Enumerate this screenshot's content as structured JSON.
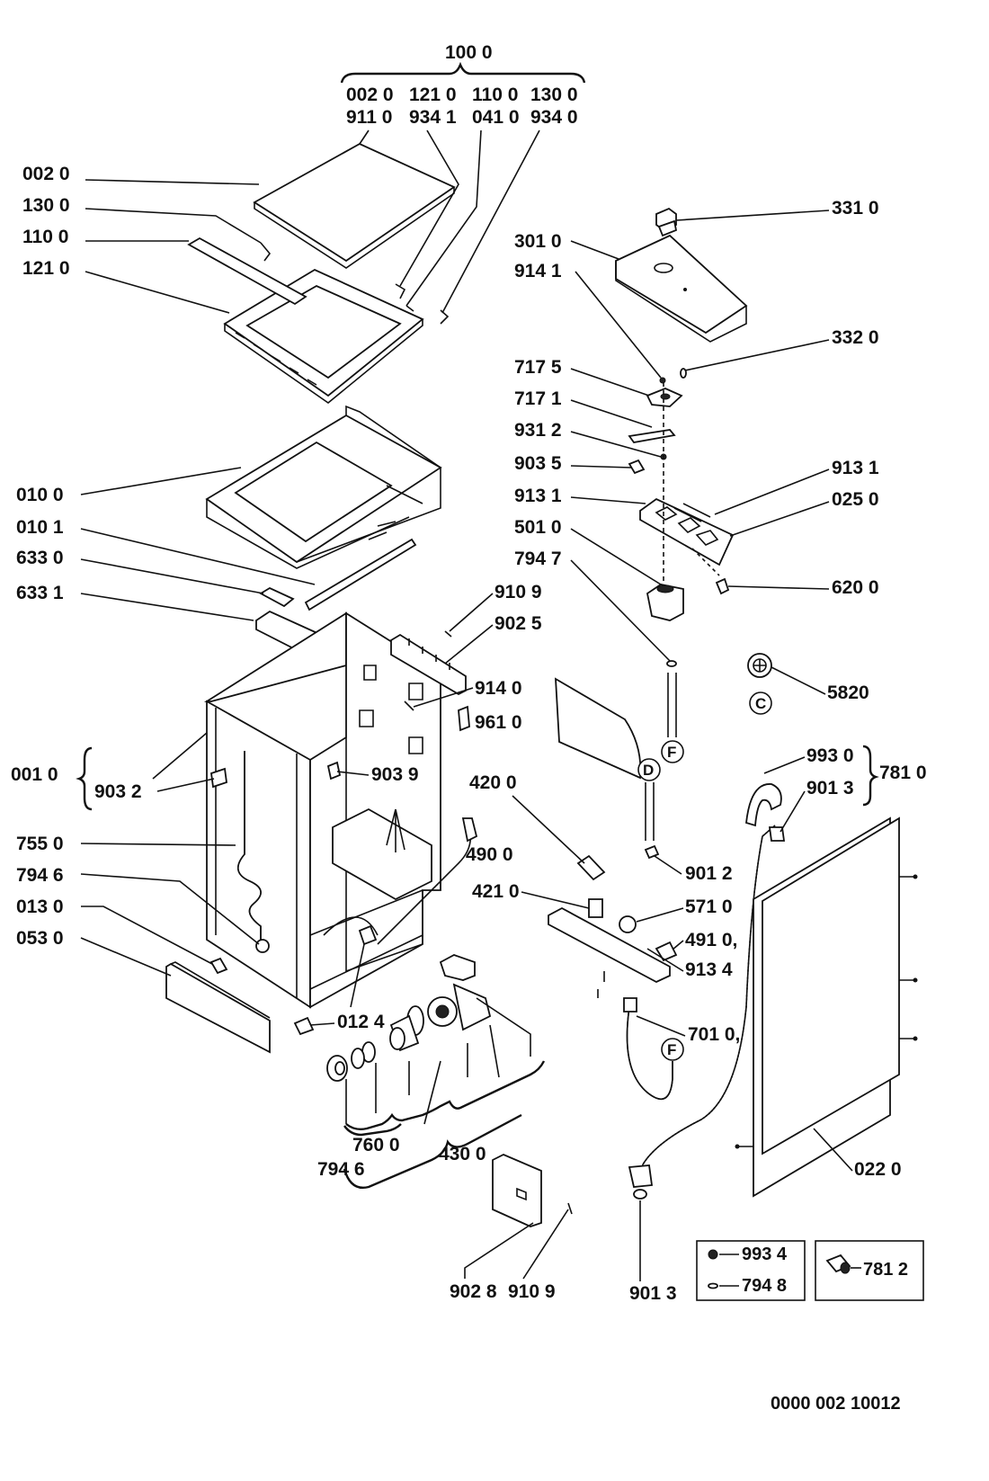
{
  "labels": {
    "g1000": "100 0",
    "h0020": "002 0",
    "h1210": "121 0",
    "h1100": "110 0",
    "h1300": "130 0",
    "h9110": "911 0",
    "h9341": "934 1",
    "h0410": "041 0",
    "h9340": "934 0",
    "l0020": "002 0",
    "l1300": "130  0",
    "l1100": "110  0",
    "l1210": "121 0",
    "l0100": "010 0",
    "l0101": "010 1",
    "l6330": "633 0",
    "l6331": "633 1",
    "l0010": "001 0",
    "l9032": "903 2",
    "l7550": "755 0",
    "l7946a": "794 6",
    "l0130": "013 0",
    "l0530": "053 0",
    "l0124": "012 4",
    "l7600": "760 0",
    "l7946b": "794 6",
    "l4300": "430 0",
    "l9028": "902 8",
    "l9109b": "910 9",
    "l9109a": "910 9",
    "l9025": "902 5",
    "l9140": "914 0",
    "l9610": "961 0",
    "l9039": "903 9",
    "l4200": "420 0",
    "l4900": "490 0",
    "l4210": "421 0",
    "l3310": "331 0",
    "l3010": "301 0",
    "l9141": "914 1",
    "l3320": "332 0",
    "l7175": "717 5",
    "l7171": "717 1",
    "l9312": "931 2",
    "l9035": "903 5",
    "l9131a": "913 1",
    "l9131b": "913 1",
    "l0250": "025 0",
    "l5010": "501 0",
    "l7947": "794 7",
    "l6200": "620 0",
    "l5820": "5820",
    "l9930": "993 0",
    "l9013a": "901 3",
    "l7810": "781 0",
    "l9012": "901 2",
    "l5710": "571 0",
    "l4910": "491 0,",
    "l9134": "913 4",
    "l7010": "701 0,",
    "l0220": "022 0",
    "l9013b": "901 3",
    "l9934": "993 4",
    "l7948": "794 8",
    "l7812": "781 2"
  },
  "markers": {
    "c": "C",
    "f1": "F",
    "d": "D",
    "f2": "F"
  },
  "footer": {
    "code": "0000  002 10012"
  }
}
